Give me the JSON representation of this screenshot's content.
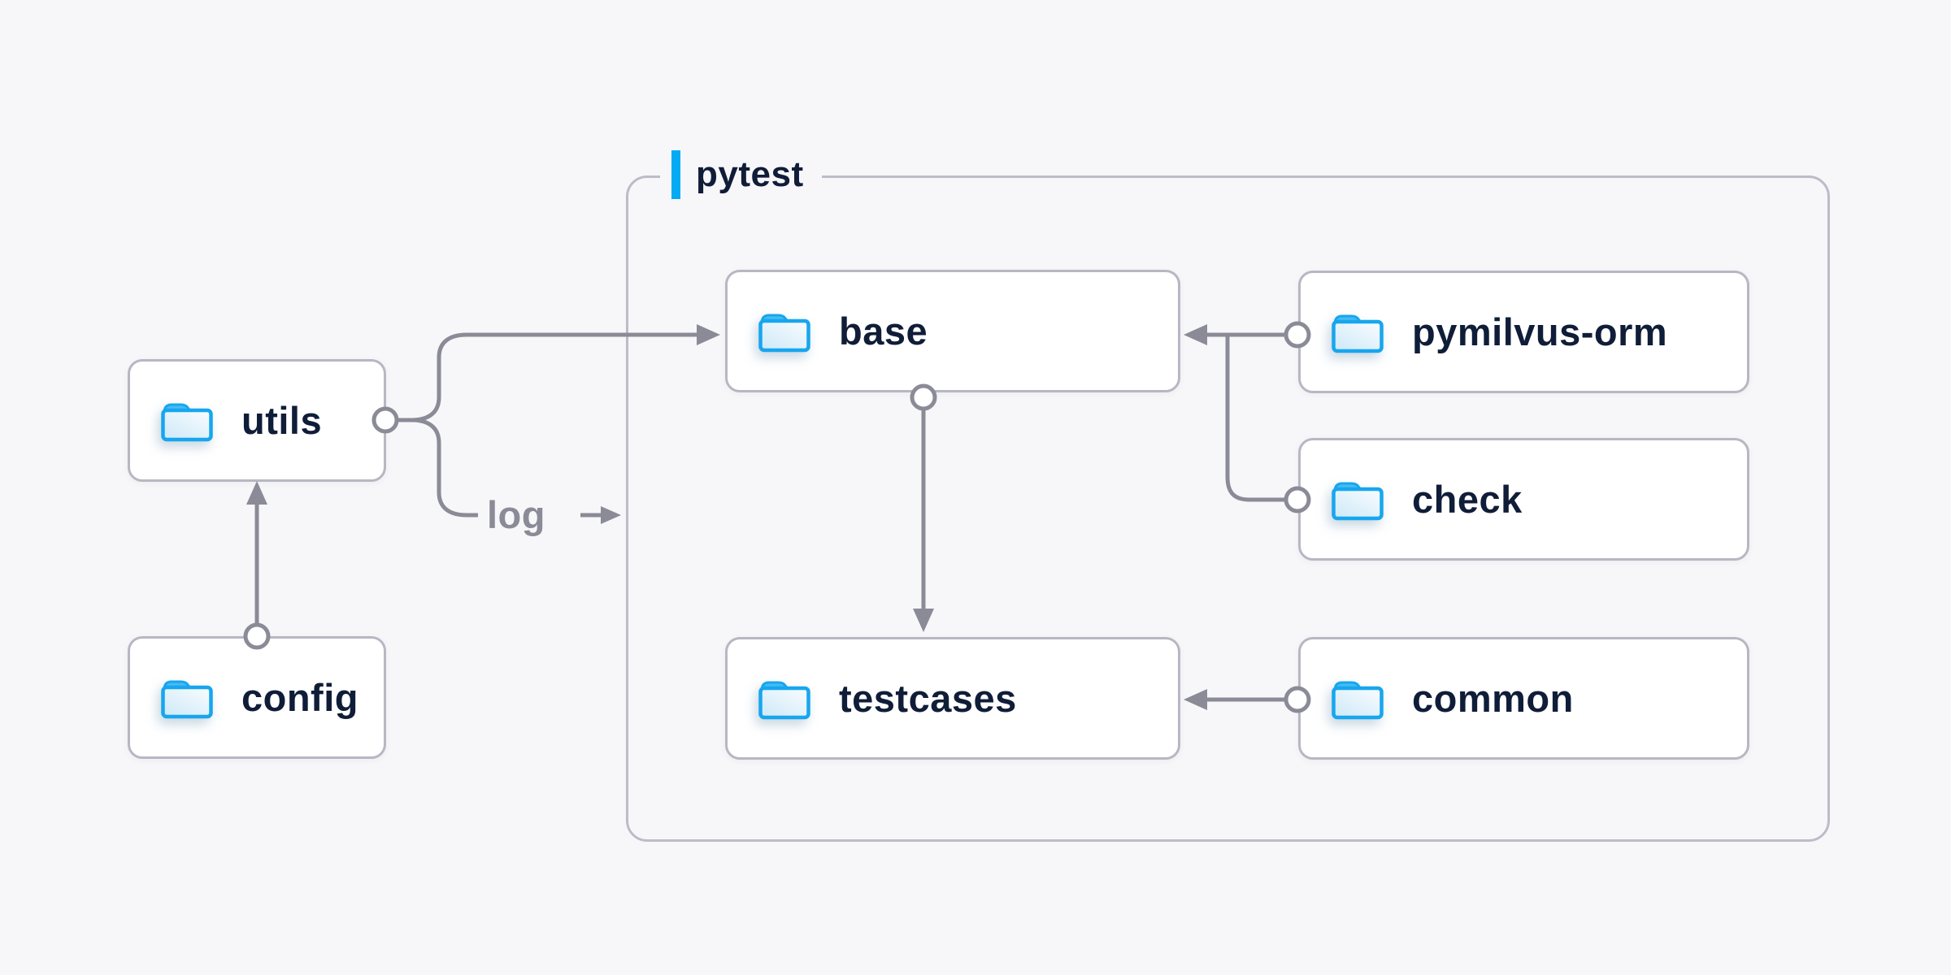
{
  "container": {
    "label": "pytest"
  },
  "nodes": [
    {
      "id": "utils",
      "label": "utils"
    },
    {
      "id": "config",
      "label": "config"
    },
    {
      "id": "base",
      "label": "base"
    },
    {
      "id": "testcases",
      "label": "testcases"
    },
    {
      "id": "pymilvus-orm",
      "label": "pymilvus-orm"
    },
    {
      "id": "check",
      "label": "check"
    },
    {
      "id": "common",
      "label": "common"
    }
  ],
  "annotations": {
    "log_label": "log"
  },
  "edges": [
    {
      "from": "config",
      "to": "utils",
      "style": "arrow"
    },
    {
      "from": "utils",
      "to": "base",
      "style": "arrow"
    },
    {
      "from": "utils",
      "to": "log",
      "style": "labeled-arrow"
    },
    {
      "from": "pymilvus-orm",
      "to": "base",
      "style": "arrow"
    },
    {
      "from": "check",
      "to": "base",
      "style": "arrow-merge"
    },
    {
      "from": "base",
      "to": "testcases",
      "style": "arrow"
    },
    {
      "from": "common",
      "to": "testcases",
      "style": "arrow"
    }
  ],
  "icons": {
    "node_icon": "folder-icon"
  },
  "colors": {
    "background": "#f7f7f9",
    "node_fill": "#ffffff",
    "node_border": "#b7b7c4",
    "group_border": "#bcbcc9",
    "connector": "#8b8b98",
    "text_primary": "#101d38",
    "text_secondary": "#8b8b98",
    "accent_blue": "#04aaf4",
    "folder_stroke": "#17a6ee",
    "folder_tab": "#44bcf3",
    "folder_fill_light": "#f6fbfe",
    "folder_fill_dark": "#cde8f8"
  }
}
